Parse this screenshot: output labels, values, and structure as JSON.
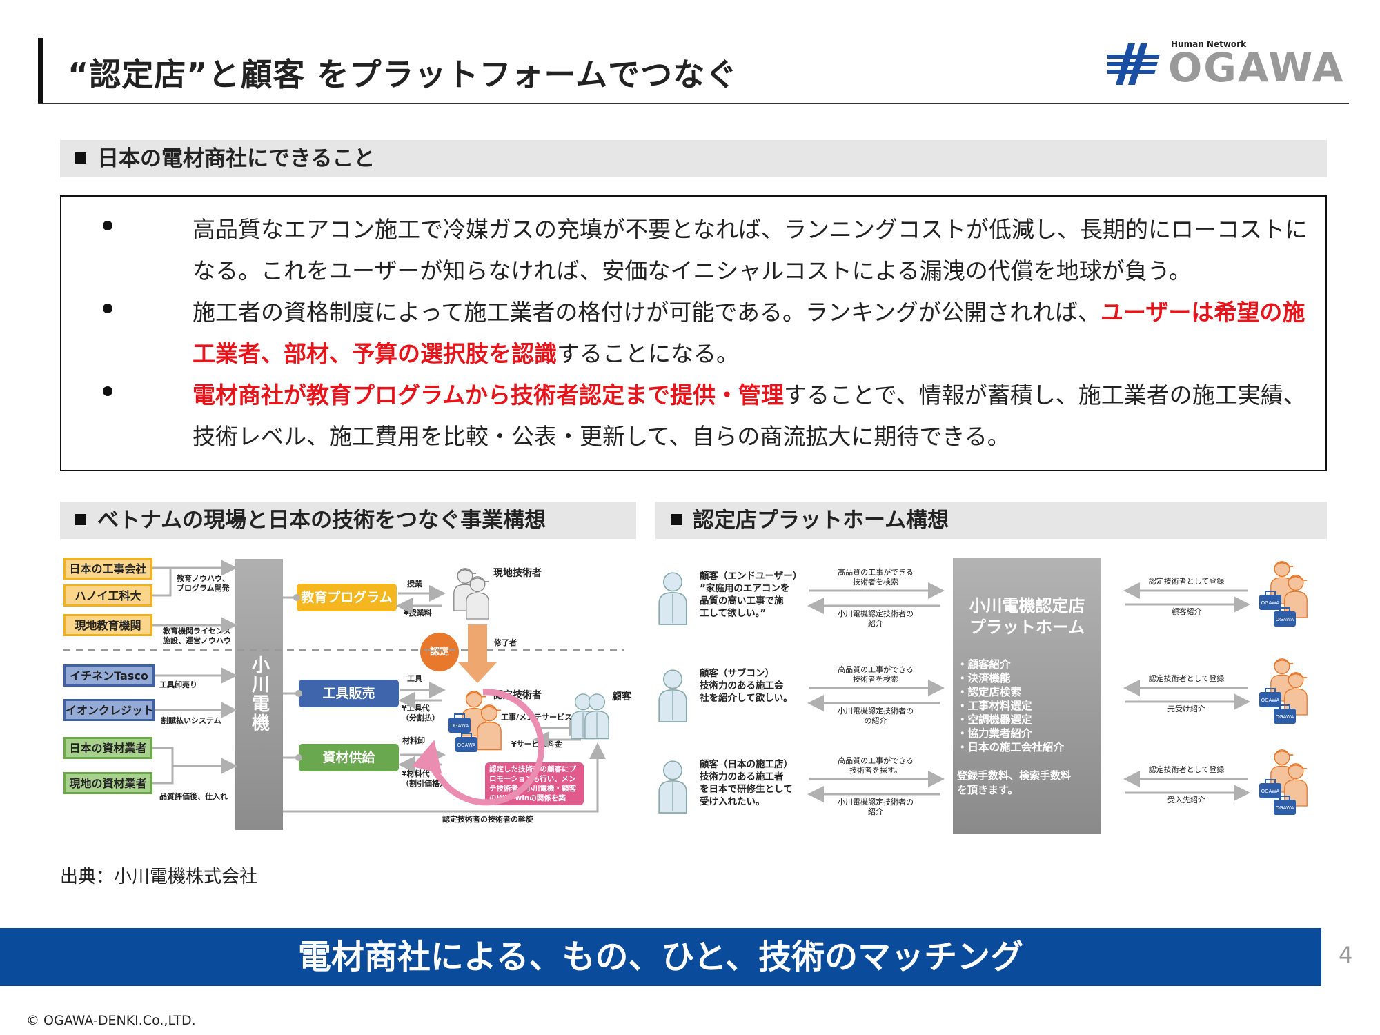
{
  "header": {
    "title": "“認定店”と顧客 をプラットフォームでつなぐ",
    "logo_tagline": "Human Network",
    "logo_text": "OGAWA"
  },
  "section1": {
    "heading": "日本の電材商社にできること",
    "bullets": [
      {
        "lines": [
          [
            {
              "text": "高品質なエアコン施工で冷媒ガスの充填が不要となれば、ランニングコストが低減し、長期的にローコストに",
              "red": false
            }
          ],
          [
            {
              "text": "なる。これをユーザーが知らなければ、安価なイニシャルコストによる漏洩の代償を地球が負う。",
              "red": false
            }
          ]
        ]
      },
      {
        "lines": [
          [
            {
              "text": "施工者の資格制度によって施工業者の格付けが可能である。ランキングが公開されれば、",
              "red": false
            },
            {
              "text": "ユーザーは希望の施",
              "red": true
            }
          ],
          [
            {
              "text": "工業者、部材、予算の選択肢を認識",
              "red": true
            },
            {
              "text": "することになる。",
              "red": false
            }
          ]
        ]
      },
      {
        "lines": [
          [
            {
              "text": "電材商社が教育プログラムから技術者認定まで提供・管理",
              "red": true
            },
            {
              "text": "することで、情報が蓄積し、施工業者の施工実績、",
              "red": false
            }
          ],
          [
            {
              "text": "技術レベル、施工費用を比較・公表・更新して、自らの商流拡大に期待できる。",
              "red": false
            }
          ]
        ]
      }
    ]
  },
  "left_diagram": {
    "heading": "ベトナムの現場と日本の技術をつなぐ事業構想",
    "hub": "小川電機",
    "partners": [
      "日本の工事会社",
      "ハノイ工科大",
      "現地教育機関",
      "イチネンTasco",
      "イオンクレジット",
      "日本の資材業者",
      "現地の資材業者"
    ],
    "partner_labels": [
      "教育ノウハウ、プログラム開発",
      "教育機関ライセンス施設、運営ノウハウ",
      "工具卸売り",
      "割賦払いシステム",
      "品質評価後、仕入れ"
    ],
    "programs": [
      "教育プログラム",
      "工具販売",
      "資材供給"
    ],
    "flow_labels": {
      "lesson": "授業",
      "lesson_fee": "¥授業料",
      "tools": "工具",
      "tool_fee": "¥工具代（分割払）",
      "materials": "材料卸",
      "material_fee": "¥材料代（割引価格）",
      "graduates": "修了者",
      "certify": "認定",
      "service": "工事/メンテサービス",
      "service_fee": "¥サービス料金",
      "referral": "認定技術者の技術者の斡旋"
    },
    "people": {
      "local": "現地技術者",
      "certified": "認定技術者",
      "customer": "顧客"
    },
    "bag_label": "OGAWA",
    "note": "認定した技術者の顧客にプロモーションも行い、メンテ技術者・小川電機・顧客のWin-winの関係を築く。"
  },
  "right_diagram": {
    "heading": "認定店プラットホーム構想",
    "platform_title": [
      "小川電機認定店",
      "プラットホーム"
    ],
    "features": [
      "・顧客紹介",
      "・決済機能",
      "・認定店検索",
      "・工事材料選定",
      "・空調機器選定",
      "・協力業者紹介",
      "・日本の施工会社紹介"
    ],
    "fee": [
      "登録手数料、検索手数料",
      "を頂きます。"
    ],
    "customers": [
      {
        "lines": [
          "顧客（エンドユーザー）",
          "”家庭用のエアコンを",
          "品質の高い工事で施",
          "工して欲しい。”"
        ],
        "to": [
          "高品質の工事ができる",
          "技術者を検索"
        ],
        "from": [
          "小川電機認定技術者の",
          "紹介"
        ]
      },
      {
        "lines": [
          "顧客（サブコン）",
          "技術力のある施工会",
          "社を紹介して欲しい。"
        ],
        "to": [
          "高品質の工事ができる",
          "技術者を検索"
        ],
        "from": [
          "小川電機認定技術者の",
          "の紹介"
        ]
      },
      {
        "lines": [
          "顧客（日本の施工店）",
          "技術力のある施工者",
          "を日本で研修生として",
          "受け入れたい。"
        ],
        "to": [
          "高品質の工事ができる",
          "技術者を探す。"
        ],
        "from": [
          "小川電機認定技術者の",
          "紹介"
        ]
      }
    ],
    "technicians": [
      {
        "register": "認定技術者として登録",
        "intro": "顧客紹介"
      },
      {
        "register": "認定技術者として登録",
        "intro": "元受け紹介"
      },
      {
        "register": "認定技術者として登録",
        "intro": "受入先紹介"
      }
    ],
    "bag_label": "OGAWA"
  },
  "source": "出典：小川電機株式会社",
  "banner": "電材商社による、もの、ひと、技術のマッチング",
  "page_number": "4",
  "copyright": "© OGAWA-DENKI.Co.,LTD.",
  "colors": {
    "brand_blue": "#0b4b9b",
    "accent_red": "#e8141b",
    "orange": "#e8782b",
    "yellow": "#f4b720",
    "green": "#6aa84f",
    "tool_blue": "#3f66ad"
  }
}
